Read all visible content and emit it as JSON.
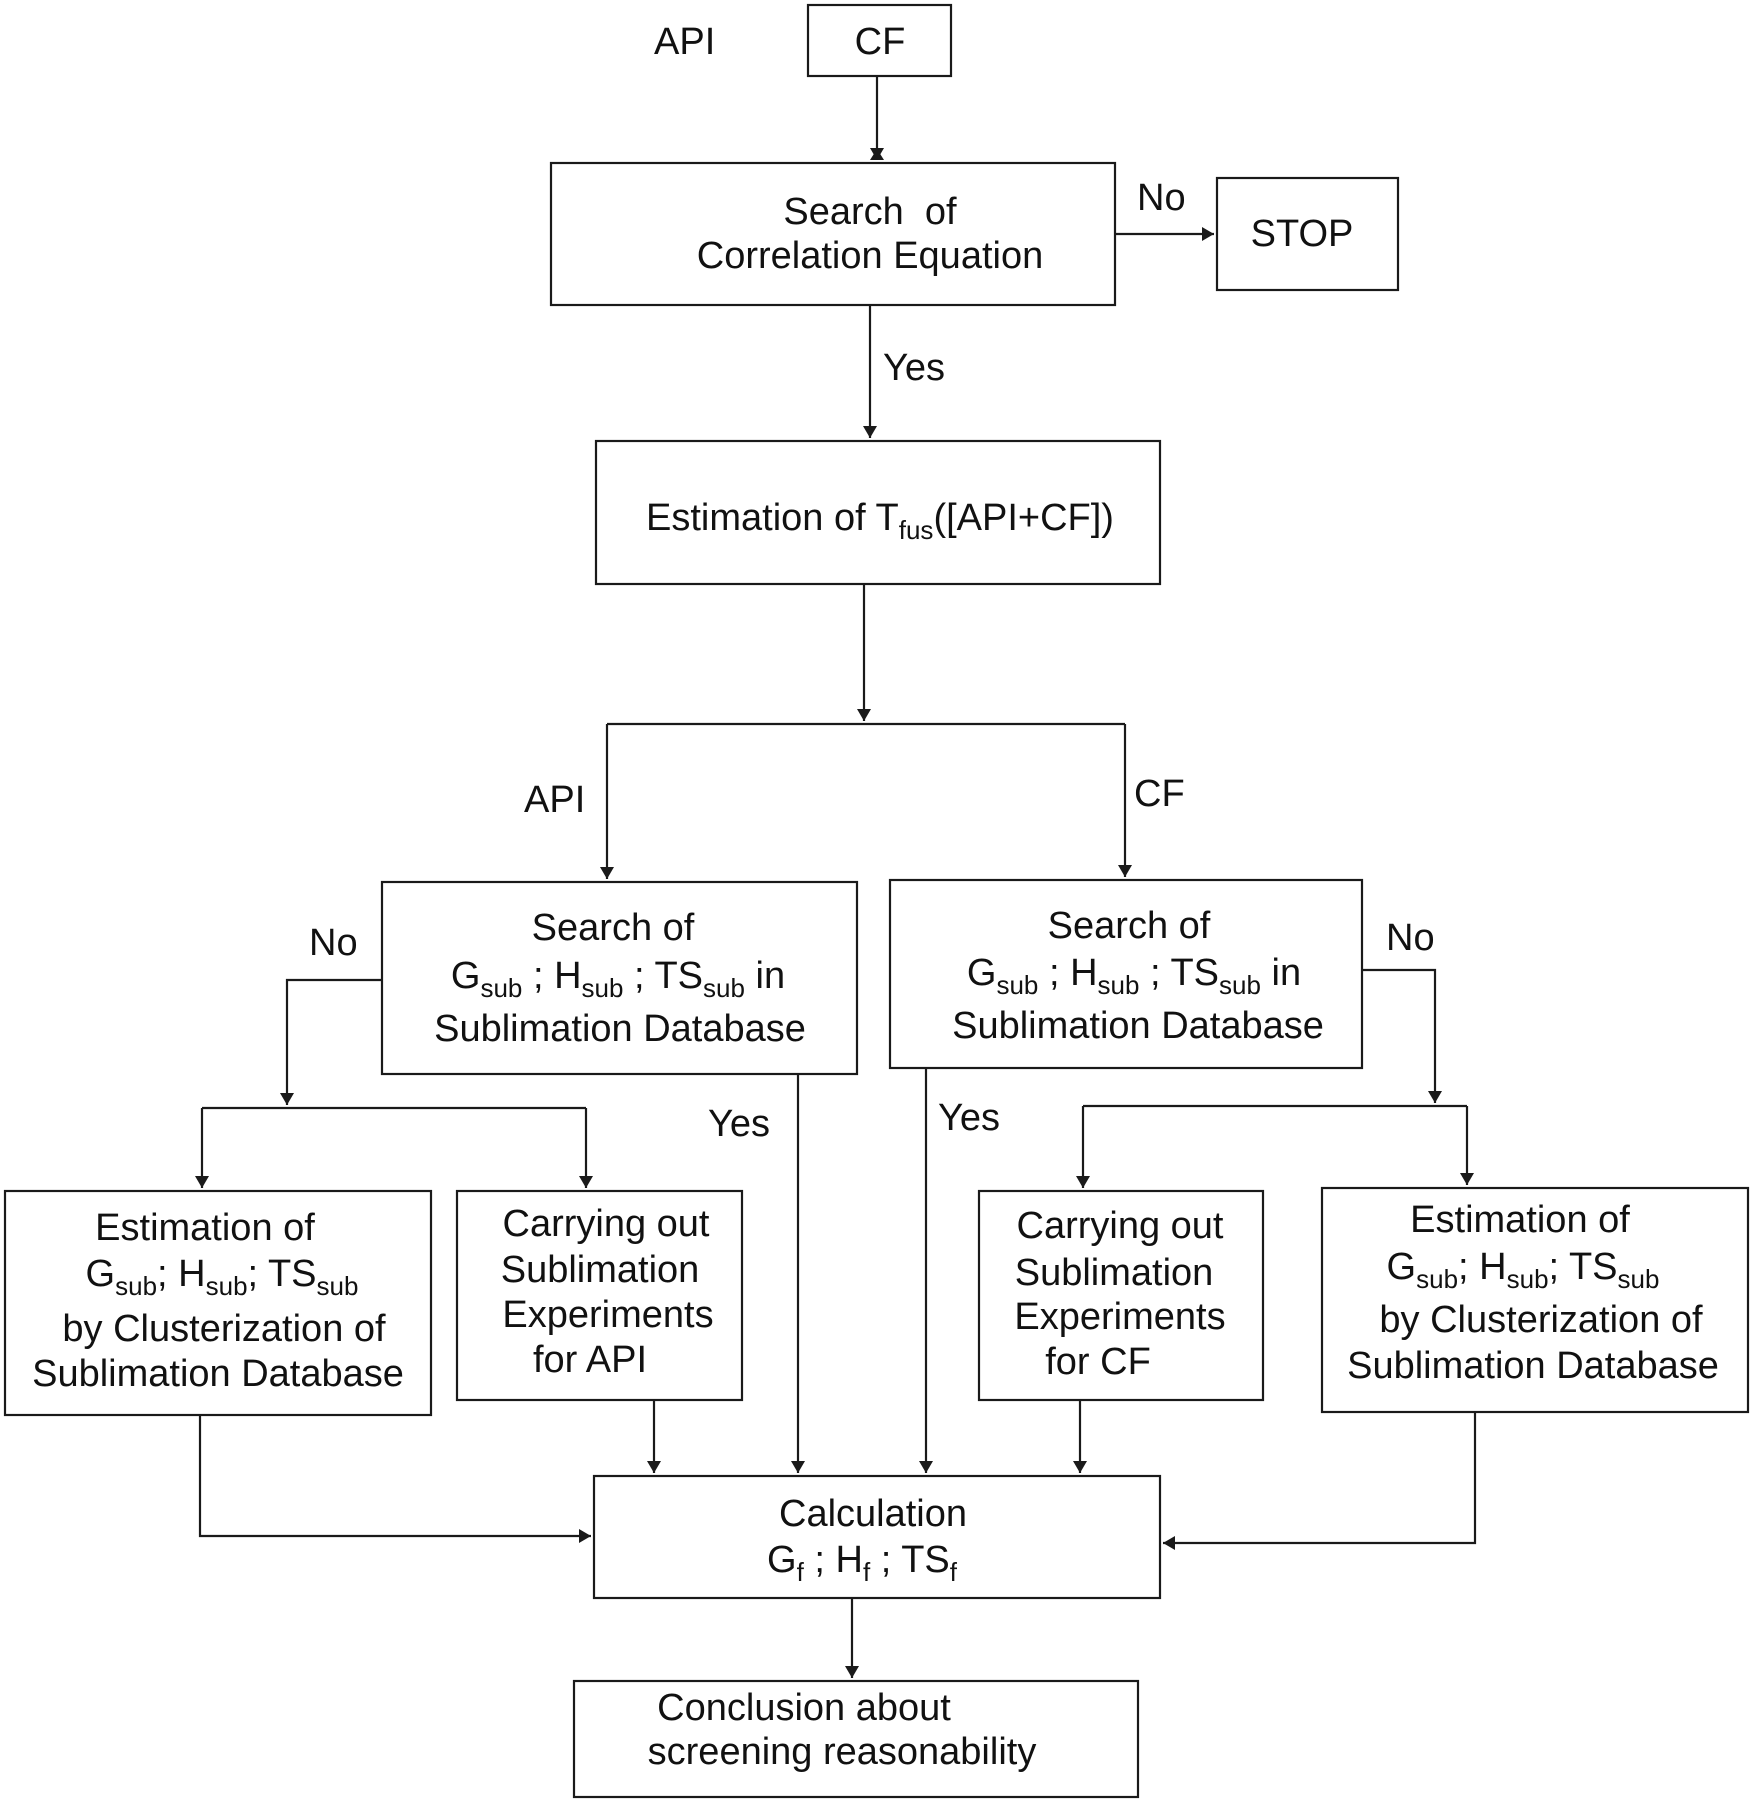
{
  "top": {
    "api_label": "API",
    "cf_box": "CF"
  },
  "search_eq": {
    "line1": "Search  of",
    "line2": "Correlation Equation"
  },
  "stop": "STOP",
  "labels": {
    "no": "No",
    "yes": "Yes",
    "api": "API",
    "cf": "CF"
  },
  "estimation_t": {
    "prefix": "Estimation of T",
    "sub": "fus",
    "suffix": "([API+CF])"
  },
  "search_db": {
    "line1": "Search of",
    "g": "G",
    "h": "H",
    "ts": "TS",
    "sub": "sub",
    "sep": " ; ",
    "in": " in",
    "line3": "Sublimation Database"
  },
  "estimation_cluster": {
    "line1": "Estimation of",
    "g": "G",
    "h": "H",
    "ts": "TS",
    "sub": "sub",
    "sep": "; ",
    "line3": "by Clusterization of",
    "line4": "Sublimation Database"
  },
  "experiments_api": [
    "Carrying out",
    "Sublimation",
    "Experiments",
    "for API"
  ],
  "experiments_cf": [
    "Carrying out",
    "Sublimation",
    "Experiments",
    "for CF"
  ],
  "calculation": {
    "line1": "Calculation",
    "g": "G",
    "h": "H",
    "ts": "TS",
    "sub": "f",
    "sep": " ; "
  },
  "conclusion": [
    "Conclusion about",
    "screening reasonability"
  ]
}
